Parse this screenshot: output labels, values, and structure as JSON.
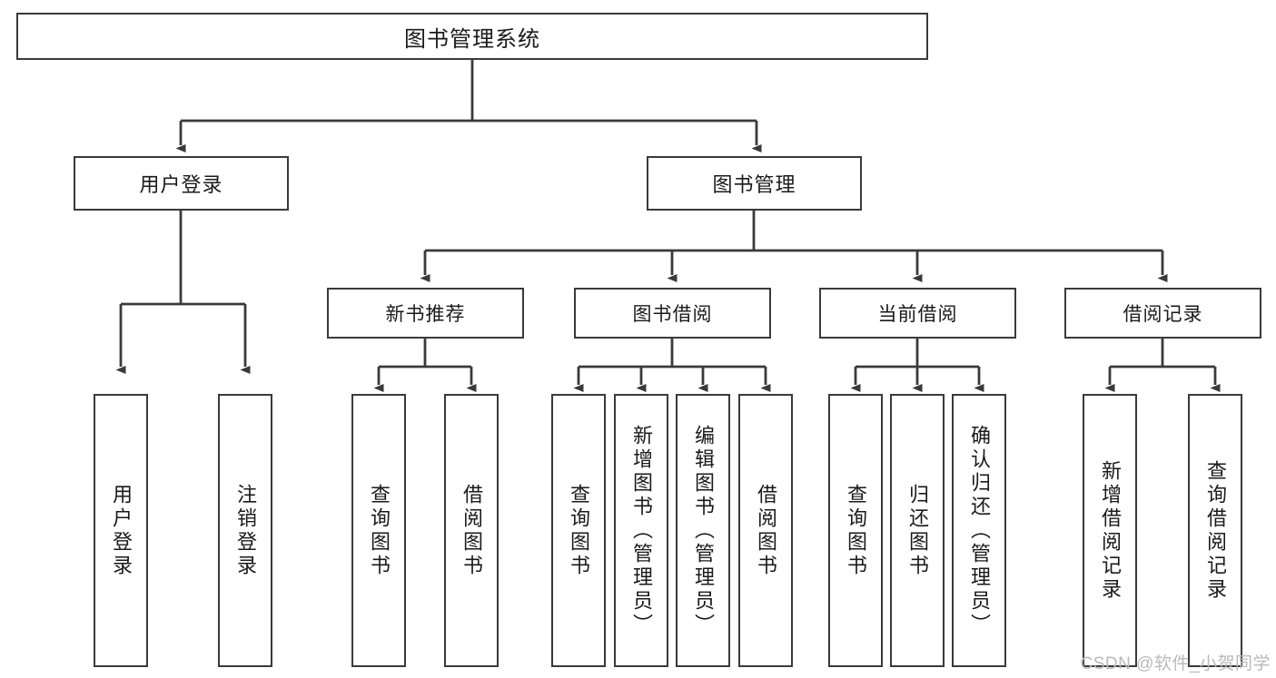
{
  "diagram": {
    "title": "图书管理系统",
    "type": "tree-hierarchy-diagram",
    "watermark": "CSDN @软件_小贺同学",
    "colors": {
      "stroke": "#3a3a3a",
      "box_fill": "#ffffff",
      "text": "#1a1a1a",
      "watermark": "#b9b9b9",
      "background": "#ffffff"
    }
  },
  "nodes": {
    "root": {
      "label": "图书管理系统"
    },
    "level2": [
      {
        "id": "user-login",
        "label": "用户登录"
      },
      {
        "id": "book-manage",
        "label": "图书管理"
      }
    ],
    "level3": [
      {
        "id": "new-book-recommend",
        "label": "新书推荐"
      },
      {
        "id": "book-borrow",
        "label": "图书借阅"
      },
      {
        "id": "current-borrow",
        "label": "当前借阅"
      },
      {
        "id": "borrow-record",
        "label": "借阅记录"
      }
    ],
    "leaves": {
      "user_login": [
        {
          "id": "leaf-user-login",
          "label": "用户登录"
        },
        {
          "id": "leaf-user-logout",
          "label": "注销登录"
        }
      ],
      "new_book_recommend": [
        {
          "id": "leaf-query-book-1",
          "label": "查询图书"
        },
        {
          "id": "leaf-borrow-book-1",
          "label": "借阅图书"
        }
      ],
      "book_borrow": [
        {
          "id": "leaf-query-book-2",
          "label": "查询图书"
        },
        {
          "id": "leaf-add-book",
          "label": "新增图书（管理员）"
        },
        {
          "id": "leaf-edit-book",
          "label": "编辑图书（管理员）"
        },
        {
          "id": "leaf-borrow-book-2",
          "label": "借阅图书"
        }
      ],
      "current_borrow": [
        {
          "id": "leaf-query-book-3",
          "label": "查询图书"
        },
        {
          "id": "leaf-return-book",
          "label": "归还图书"
        },
        {
          "id": "leaf-confirm-return",
          "label": "确认归还（管理员）"
        }
      ],
      "borrow_record": [
        {
          "id": "leaf-add-record",
          "label": "新增借阅记录"
        },
        {
          "id": "leaf-query-record",
          "label": "查询借阅记录"
        }
      ]
    }
  }
}
